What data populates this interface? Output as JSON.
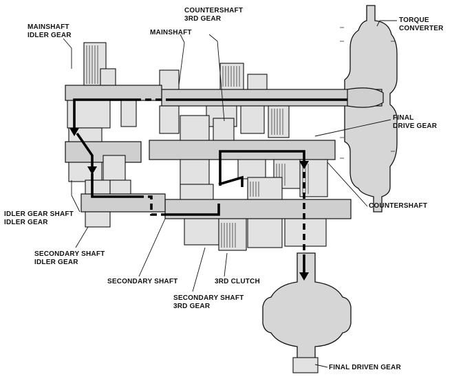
{
  "labels": {
    "mainshaft_idler_gear": [
      "MAINSHAFT",
      "IDLER GEAR"
    ],
    "countershaft_3rd_gear": [
      "COUNTERSHAFT",
      "3RD GEAR"
    ],
    "mainshaft": "MAINSHAFT",
    "torque_converter": [
      "TORQUE",
      "CONVERTER"
    ],
    "final_drive_gear": [
      "FINAL",
      "DRIVE GEAR"
    ],
    "countershaft": "COUNTERSHAFT",
    "idler_gear_shaft_idler_gear": [
      "IDLER GEAR SHAFT",
      "IDLER GEAR"
    ],
    "secondary_shaft_idler_gear": [
      "SECONDARY SHAFT",
      "IDLER GEAR"
    ],
    "secondary_shaft": "SECONDARY SHAFT",
    "third_clutch": "3RD CLUTCH",
    "secondary_shaft_3rd_gear": [
      "SECONDARY SHAFT",
      "3RD GEAR"
    ],
    "final_driven_gear": "FINAL DRIVEN GEAR"
  },
  "colors": {
    "line": "#111111",
    "part_fill": "#d6d6d6",
    "power_flow": "#000000"
  }
}
